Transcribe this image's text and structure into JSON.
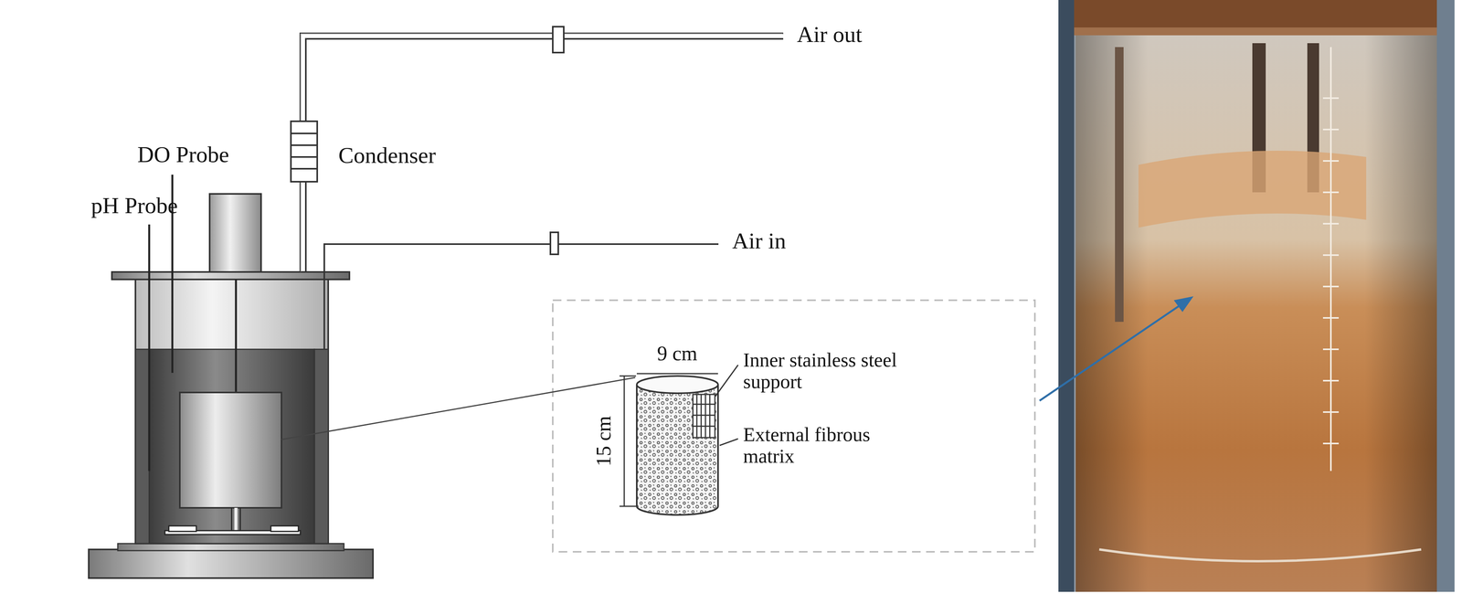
{
  "diagram": {
    "labels": [
      "Air out",
      "Condenser",
      "DO Probe",
      "pH Probe",
      "Air in",
      "9 cm",
      "15 cm",
      "Inner stainless steel support",
      "External fibrous matrix"
    ]
  }
}
